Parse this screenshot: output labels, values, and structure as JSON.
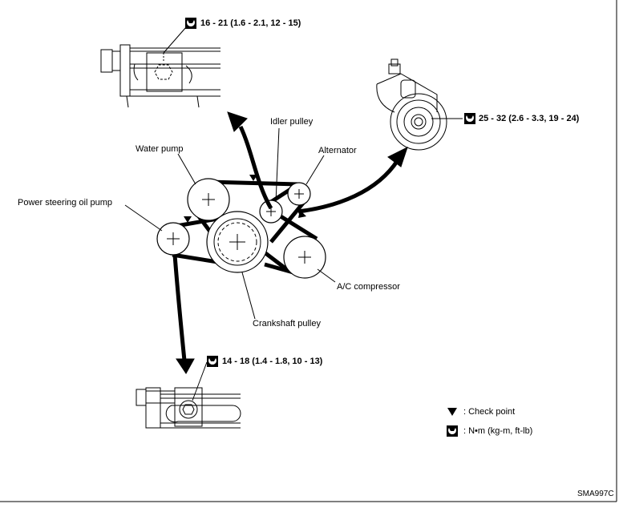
{
  "labels": {
    "idler_pulley": "Idler pulley",
    "water_pump": "Water pump",
    "alternator": "Alternator",
    "power_steering_oil_pump": "Power steering oil pump",
    "ac_compressor": "A/C compressor",
    "crankshaft_pulley": "Crankshaft pulley"
  },
  "torque": {
    "top_left": "16 - 21 (1.6 - 2.1, 12 - 15)",
    "right": "25 - 32 (2.6 - 3.3, 19 - 24)",
    "bottom": "14 - 18 (1.4 - 1.8, 10 - 13)"
  },
  "legend": {
    "check_point": ": Check point",
    "unit": ": N•m (kg-m, ft-lb)"
  },
  "figure_code": "SMA997C"
}
